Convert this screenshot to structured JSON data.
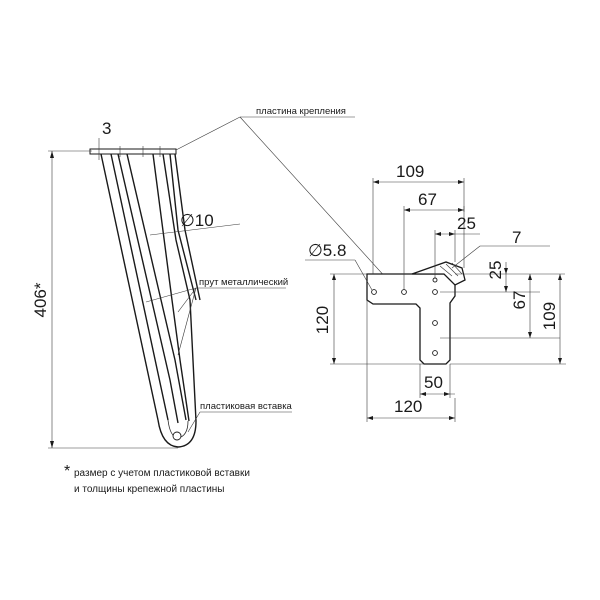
{
  "labels": {
    "mounting_plate": "пластина крепления",
    "metal_rod": "прут металлический",
    "plastic_insert": "пластиковая вставка"
  },
  "leg_dimensions": {
    "plate_thickness": "3",
    "rod_diameter": "∅10",
    "total_height": "406*"
  },
  "plate_dimensions": {
    "top_width": "109",
    "hole_spacing_67": "67",
    "offset_25": "25",
    "bracket_7": "7",
    "hole_diameter": "∅5.8",
    "right_25": "25",
    "right_67": "67",
    "right_109": "109",
    "left_120": "120",
    "bottom_50": "50",
    "bottom_120": "120"
  },
  "footnote": {
    "asterisk": "*",
    "line1": "размер с учетом пластиковой вставки",
    "line2": "и толщины крепежной пластины"
  }
}
